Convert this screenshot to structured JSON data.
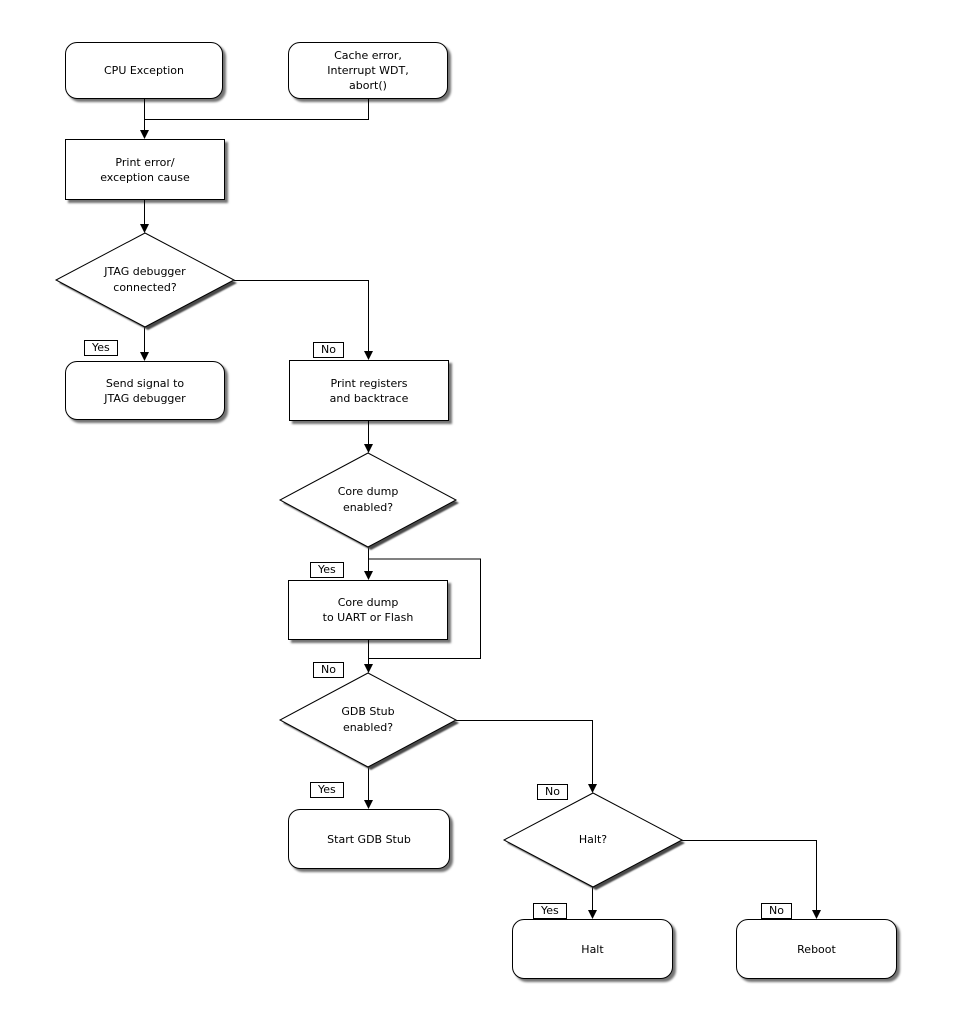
{
  "nodes": {
    "cpu_exception": {
      "label": "CPU Exception"
    },
    "cache_error": {
      "label": "Cache error,\nInterrupt WDT,\nabort()"
    },
    "print_error": {
      "label": "Print error/\nexception cause"
    },
    "jtag_connected": {
      "label": "JTAG debugger\nconnected?"
    },
    "send_signal": {
      "label": "Send signal to\nJTAG debugger"
    },
    "print_registers": {
      "label": "Print registers\nand backtrace"
    },
    "core_dump_enabled": {
      "label": "Core dump\nenabled?"
    },
    "core_dump": {
      "label": "Core dump\nto UART or Flash"
    },
    "gdb_stub_enabled": {
      "label": "GDB Stub\nenabled?"
    },
    "start_gdb_stub": {
      "label": "Start GDB Stub"
    },
    "halt_question": {
      "label": "Halt?"
    },
    "halt": {
      "label": "Halt"
    },
    "reboot": {
      "label": "Reboot"
    }
  },
  "edge_labels": {
    "jtag_yes": "Yes",
    "jtag_no": "No",
    "core_yes": "Yes",
    "core_no": "No",
    "gdb_yes": "Yes",
    "gdb_no": "No",
    "halt_yes": "Yes",
    "halt_no": "No"
  },
  "colors": {
    "line": "#000000",
    "node_fill": "#ffffff",
    "background": "#ffffff",
    "shadow": "#4a4a4a"
  }
}
